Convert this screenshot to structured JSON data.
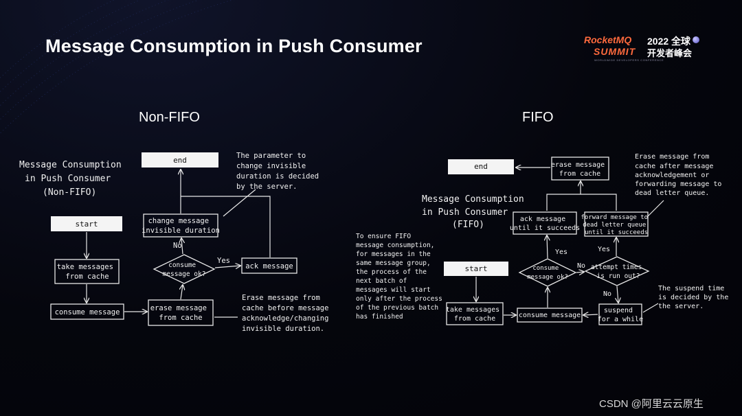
{
  "slide": {
    "title": "Message Consumption in Push Consumer",
    "watermark": "CSDN @阿里云云原生"
  },
  "logo": {
    "brand": "RocketMQ",
    "event": "SUMMIT",
    "year": "2022 全球",
    "cn_name": "开发者峰会",
    "subtitle": "WORLDWIDE DEVELOPERS CONFERENCE"
  },
  "non_fifo": {
    "heading": "Non-FIFO",
    "caption": [
      "Message Consumption",
      "in Push Consumer",
      "(Non-FIFO)"
    ],
    "nodes": {
      "end": "end",
      "start": "start",
      "take": [
        "take messages",
        "from cache"
      ],
      "consume_message": "consume message",
      "erase": [
        "erase message",
        "from cache"
      ],
      "decision": [
        "consume",
        "message ok?"
      ],
      "ack": "ack message",
      "change": [
        "change message",
        "invisible duration"
      ]
    },
    "labels": {
      "yes": "Yes",
      "no": "No"
    },
    "notes": {
      "parameter": [
        "The parameter to",
        "change invisible",
        "duration is decided",
        "by the server."
      ],
      "erase_note": [
        "Erase message from",
        "cache before message",
        "acknowledge/changing",
        "invisible duration."
      ]
    }
  },
  "fifo": {
    "heading": "FIFO",
    "caption": [
      "Message Consumption",
      "in Push Consumer",
      "(FIFO)"
    ],
    "nodes": {
      "end": "end",
      "start": "start",
      "take": [
        "take messages",
        "from cache"
      ],
      "consume_message": "consume message",
      "erase": [
        "erase message",
        "from cache"
      ],
      "decision": [
        "consume",
        "message ok?"
      ],
      "ack": [
        "ack message",
        "until it succeeds"
      ],
      "forward": [
        "forward message to",
        "dead letter queue",
        "until it succeeds"
      ],
      "attempt": [
        "attempt times",
        "is run out?"
      ],
      "suspend": [
        "suspend",
        "for a while"
      ]
    },
    "labels": {
      "yes": "Yes",
      "no": "No"
    },
    "notes": {
      "erase_note": [
        "Erase message from",
        "cache after message",
        "acknowledgement or",
        "forwarding message to",
        "dead letter queue."
      ],
      "ensure": [
        "To ensure FIFO",
        "message consumption,",
        "for messages in the",
        "same message group,",
        "the process of the",
        "next batch of",
        "messages will start",
        "only after the process",
        "of the previous batch",
        "has finished"
      ],
      "suspend_note": [
        "The suspend time",
        "is decided by the",
        "the server."
      ]
    }
  }
}
